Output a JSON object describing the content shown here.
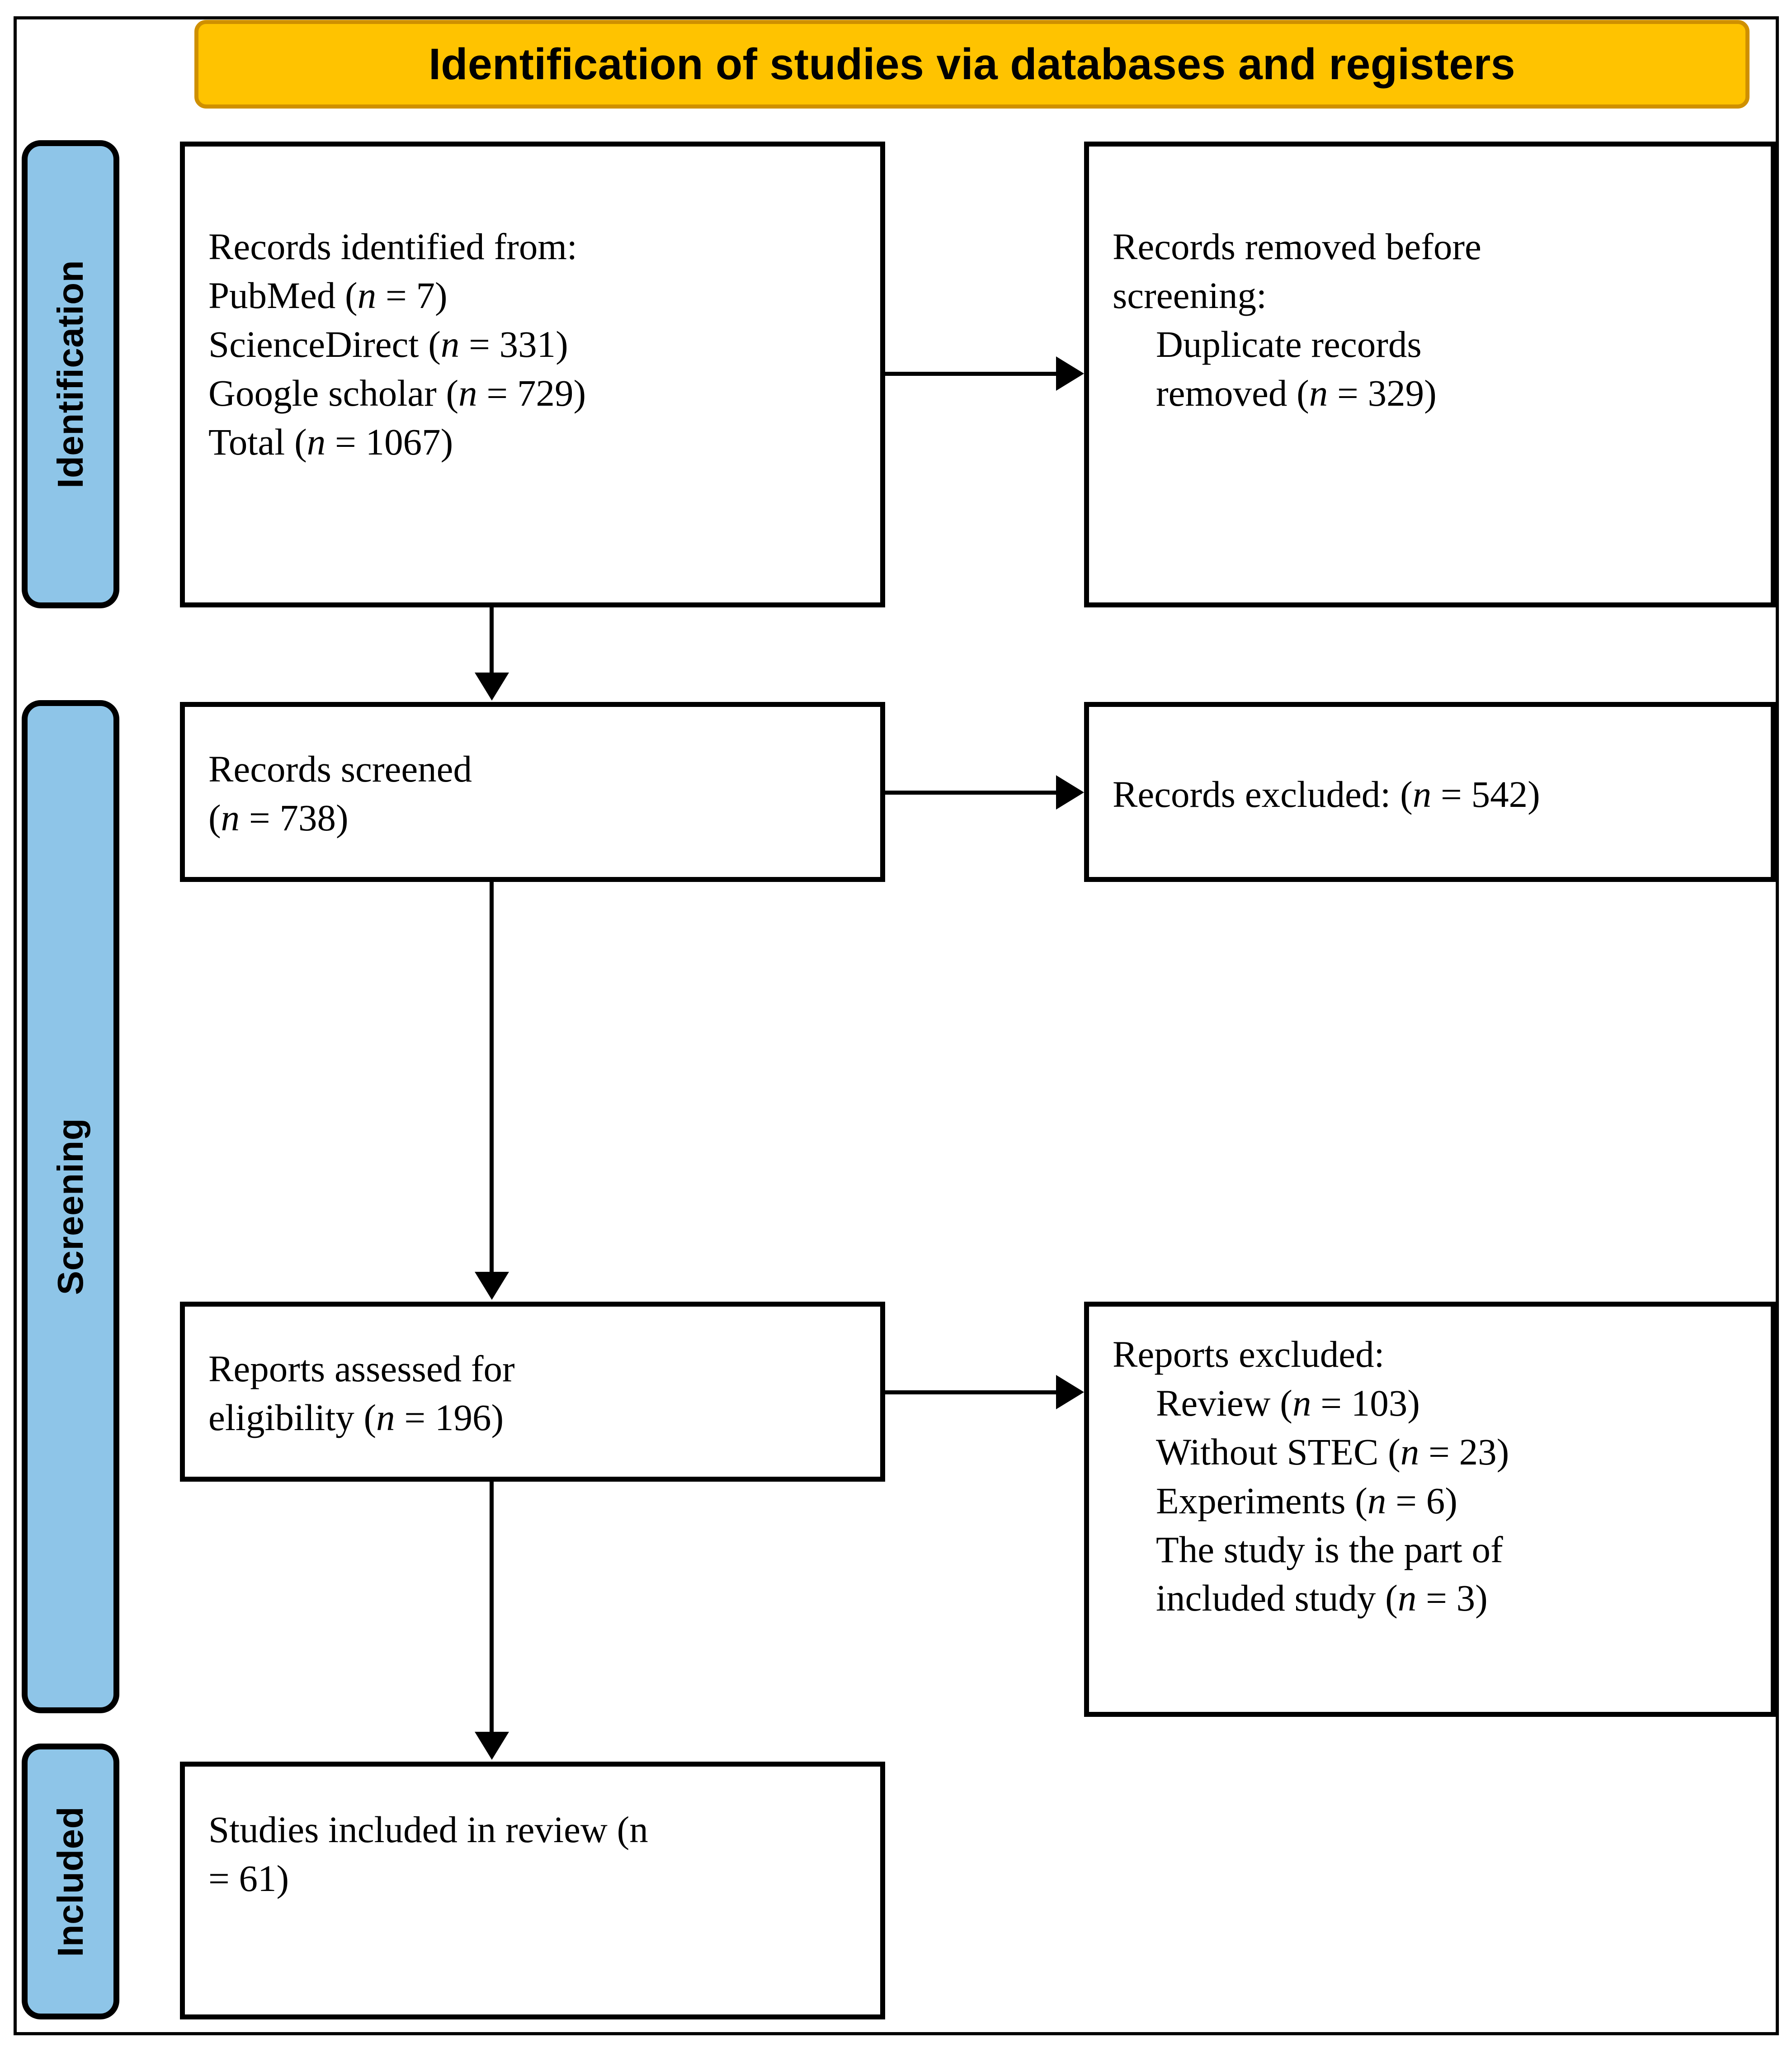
{
  "banner": {
    "title": "Identification of studies via databases and registers"
  },
  "stages": [
    {
      "id": "identification",
      "label": "Identification"
    },
    {
      "id": "screening",
      "label": "Screening"
    },
    {
      "id": "included",
      "label": "Included"
    }
  ],
  "boxes": {
    "identified": {
      "lines": [
        "Records identified from:",
        "PubMed (n = 7)",
        "ScienceDirect (n = 331)",
        "Google scholar (n = 729)",
        "Total (n = 1067)"
      ]
    },
    "removed": {
      "lines": [
        "Records removed before",
        "screening:",
        "Duplicate records",
        "removed (n = 329)"
      ]
    },
    "screened": {
      "lines": [
        "Records screened",
        "(n = 738)"
      ]
    },
    "excluded": {
      "lines": [
        "Records excluded: (n = 542)"
      ]
    },
    "eligibility": {
      "lines": [
        "Reports assessed for",
        "eligibility (n = 196)"
      ]
    },
    "reports_excluded": {
      "lines": [
        "Reports excluded:",
        "Review (n = 103)",
        "Without STEC (n = 23)",
        "Experiments (n = 6)",
        "The study is the part of",
        "included study (n = 3)"
      ]
    },
    "included": {
      "lines": [
        "Studies included in review (n",
        "= 61)"
      ]
    }
  },
  "counts": {
    "pubmed": 7,
    "sciencedirect": 331,
    "google_scholar": 729,
    "total_identified": 1067,
    "duplicates_removed": 329,
    "records_screened": 738,
    "records_excluded": 542,
    "reports_assessed": 196,
    "excluded_review": 103,
    "excluded_without_stec": 23,
    "excluded_experiments": 6,
    "excluded_part_of_included": 3,
    "studies_included": 61
  },
  "colors": {
    "banner_fill": "#ffc300",
    "banner_border": "#cf9000",
    "stage_fill": "#8ec5e8",
    "line": "#000000",
    "box_fill": "#ffffff"
  }
}
